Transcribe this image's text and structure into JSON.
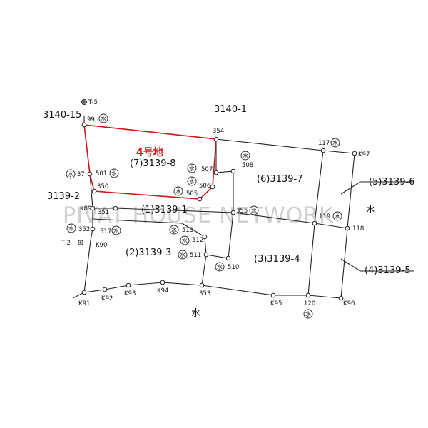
{
  "watermark": "PIVAT HOUSE NETWORK",
  "highlight": {
    "label": "4号地",
    "parcel": "(7)3139-8",
    "color": "#d01616"
  },
  "parcels": {
    "p3140_15": "3140-15",
    "p3140_1": "3140-1",
    "p3139_2": "3139-2",
    "p1": "(1)3139-1",
    "p2": "(2)3139-3",
    "p3": "(3)3139-4",
    "p4": "(4)3139-5",
    "p5": "(5)3139-6",
    "p6": "(6)3139-7"
  },
  "benchmarks": {
    "t5": "T-5",
    "t2": "T-2"
  },
  "water_symbol": "水",
  "points": {
    "p99": "99",
    "p354": "354",
    "p117": "117",
    "pK97": "K97",
    "p37": "37",
    "p501": "501",
    "p350": "350",
    "p507": "507",
    "p508": "508",
    "p506": "506",
    "p505": "505",
    "pK89": "K89",
    "p351": "351",
    "p355": "355",
    "p119": "119",
    "p118": "118",
    "p352": "352",
    "p517": "517",
    "pK90": "K90",
    "p513": "513",
    "p512": "512",
    "p511": "511",
    "p510": "510",
    "pK91": "K91",
    "pK92": "K92",
    "pK93": "K93",
    "pK94": "K94",
    "p353": "353",
    "pK95": "K95",
    "p120": "120",
    "pK96": "K96"
  }
}
